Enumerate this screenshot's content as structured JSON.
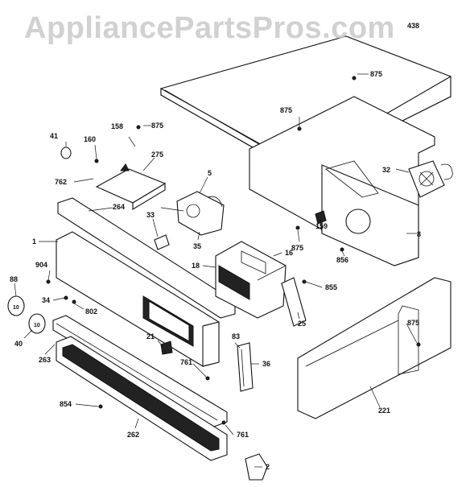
{
  "watermark": "AppliancePartsPros.com",
  "callouts": {
    "p438": "438",
    "p875a": "875",
    "p875b": "875",
    "p875c": "875",
    "p875d": "875",
    "p875e": "875",
    "p41": "41",
    "p160": "160",
    "p158": "158",
    "p275": "275",
    "p5": "5",
    "p32": "32",
    "p762": "762",
    "p264": "264",
    "p33": "33",
    "p159": "159",
    "p8": "8",
    "p1": "1",
    "p35": "35",
    "p16": "16",
    "p856": "856",
    "p904": "904",
    "p18": "18",
    "p88": "88",
    "p855": "855",
    "p34": "34",
    "p802": "802",
    "p40": "40",
    "p25": "25",
    "p263": "263",
    "p21": "21",
    "p83": "83",
    "p761a": "761",
    "p36": "36",
    "p854": "854",
    "p221": "221",
    "p262": "262",
    "p761b": "761",
    "p2": "2"
  }
}
